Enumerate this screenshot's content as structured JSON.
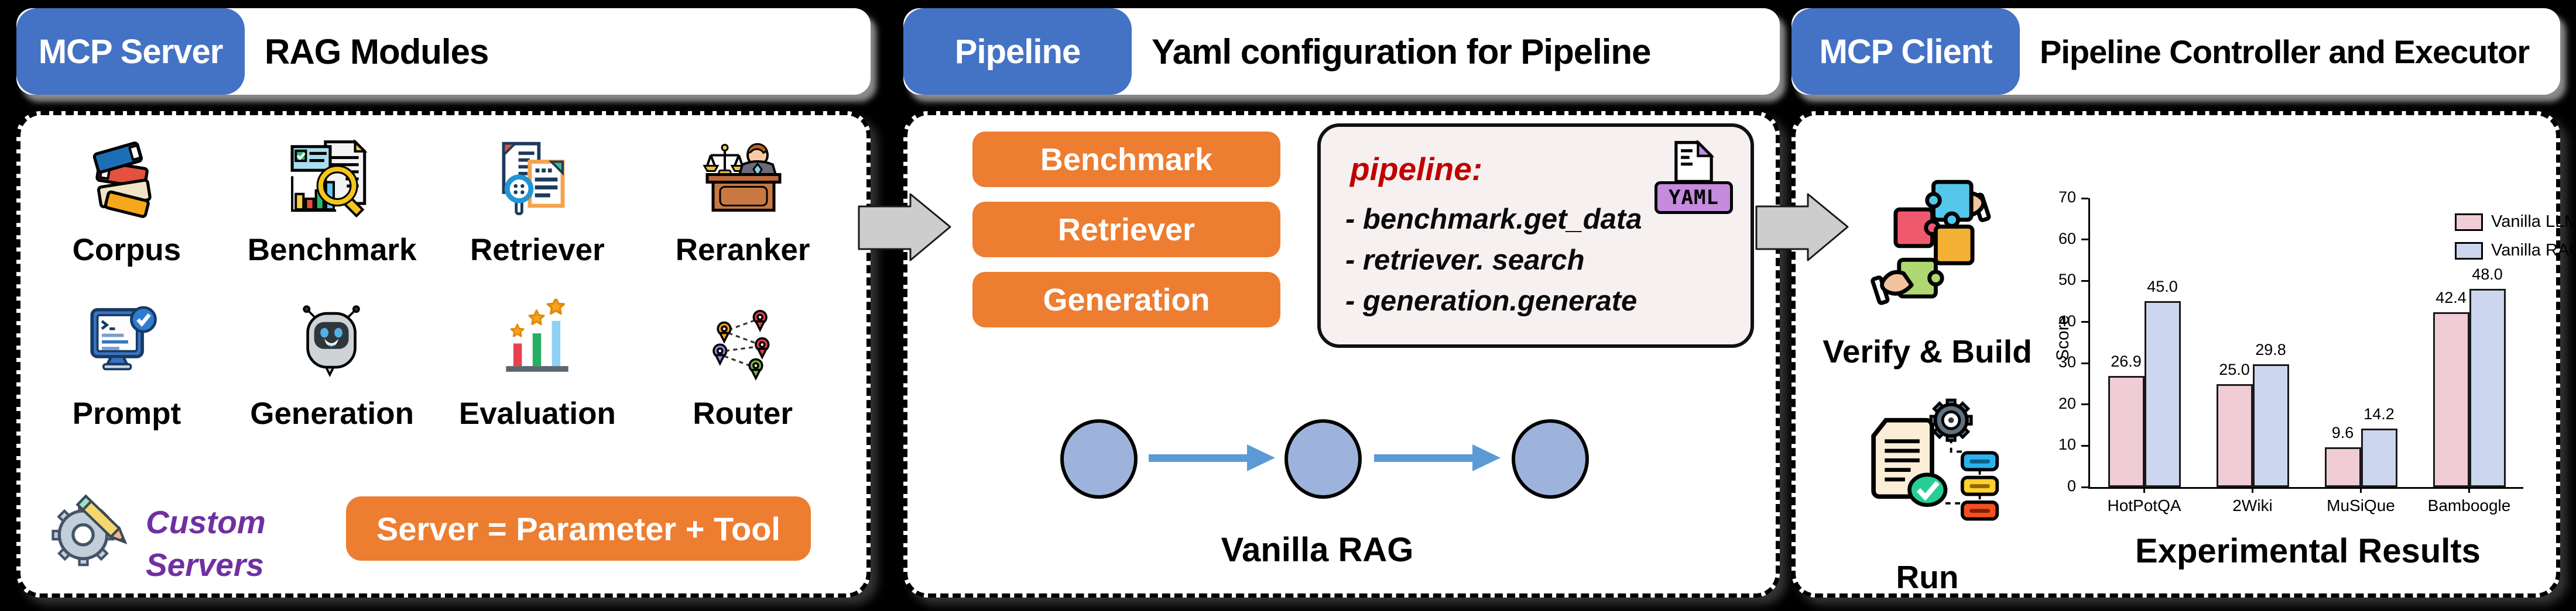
{
  "colors": {
    "background": "#000000",
    "panel": "#ffffff",
    "badge_blue": "#4472C4",
    "accent_orange": "#ED7D31",
    "custom_purple": "#7030A0",
    "code_red": "#C00000",
    "node_blue": "#9EB3DC",
    "flow_arrow_blue": "#5B9BD5",
    "gray_arrow": "#CDCDCD"
  },
  "server_panel": {
    "badge": "MCP Server",
    "title": "RAG Modules",
    "modules": [
      {
        "label": "Corpus",
        "icon": "books-stack-icon"
      },
      {
        "label": "Benchmark",
        "icon": "report-magnifier-icon"
      },
      {
        "label": "Retriever",
        "icon": "documents-search-icon"
      },
      {
        "label": "Reranker",
        "icon": "judge-bench-icon"
      },
      {
        "label": "Prompt",
        "icon": "terminal-monitor-icon"
      },
      {
        "label": "Generation",
        "icon": "robot-icon"
      },
      {
        "label": "Evaluation",
        "icon": "rising-bars-stars-icon"
      },
      {
        "label": "Router",
        "icon": "map-pins-network-icon"
      }
    ],
    "custom_label_line1": "Custom",
    "custom_label_line2": "Servers",
    "formula": "Server = Parameter + Tool"
  },
  "pipeline_panel": {
    "badge": "Pipeline",
    "title": "Yaml configuration for Pipeline",
    "stages": [
      "Benchmark",
      "Retriever",
      "Generation"
    ],
    "yaml_keyword": "pipeline:",
    "yaml_lines": [
      "- benchmark.get_data",
      "- retriever. search",
      "- generation.generate"
    ],
    "yaml_badge": "YAML",
    "flow_label": "Vanilla RAG",
    "flow_node_count": 3
  },
  "client_panel": {
    "badge": "MCP Client",
    "title": "Pipeline Controller and Executor",
    "step1_label": "Verify & Build",
    "step2_label": "Run"
  },
  "chart_data": {
    "type": "bar",
    "categories": [
      "HotPotQA",
      "2Wiki",
      "MuSiQue",
      "Bamboogle"
    ],
    "series": [
      {
        "name": "Vanilla LLM",
        "color": "#F0CDD5",
        "values": [
          26.9,
          25.0,
          9.6,
          42.4
        ]
      },
      {
        "name": "Vanilla RAG",
        "color": "#CCD6EE",
        "values": [
          45.0,
          29.8,
          14.2,
          48.0
        ]
      }
    ],
    "title": "Experimental Results",
    "xlabel": "",
    "ylabel": "Score",
    "ylim": [
      0,
      70
    ],
    "yticks": [
      0,
      10,
      20,
      30,
      40,
      50,
      60,
      70
    ],
    "grid": false,
    "legend_position": "upper right",
    "value_label_decimals": 1
  }
}
